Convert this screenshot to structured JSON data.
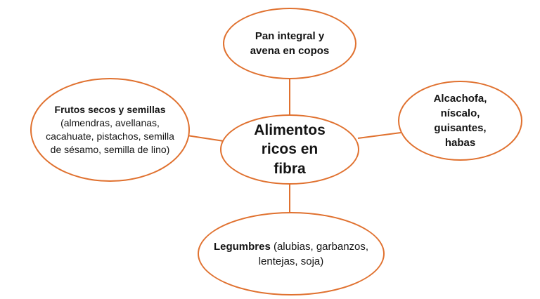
{
  "diagram": {
    "title_node": {
      "label": "Alimentos ricos en fibra"
    },
    "nodes": [
      {
        "id": "top",
        "bold": "Pan integral y avena en copos",
        "regular": ""
      },
      {
        "id": "left",
        "bold": "Frutos secos y semillas",
        "regular": " (almendras, avellanas, cacahuate, pistachos,  semilla de sésamo, semilla de lino)"
      },
      {
        "id": "right",
        "bold": "Alcachofa, níscalo, guisantes, habas",
        "regular": ""
      },
      {
        "id": "bottom",
        "bold": "Legumbres",
        "regular": " (alubias, garbanzos, lentejas,  soja)"
      }
    ],
    "colors": {
      "ellipse_stroke": "#E0712F",
      "connector": "#E0712F",
      "text": "#141414",
      "background": "#FFFFFF"
    }
  }
}
